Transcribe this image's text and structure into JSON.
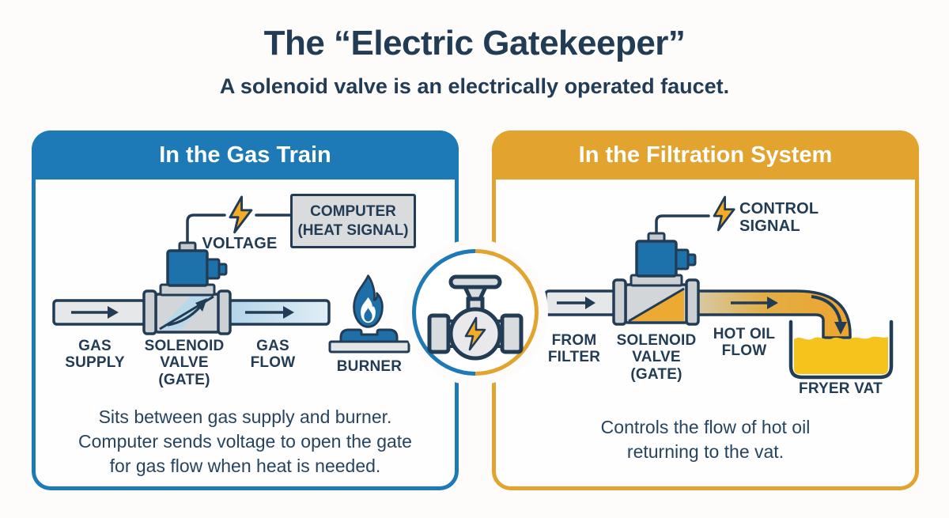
{
  "title": "The “Electric Gatekeeper”",
  "subtitle": "A solenoid valve is an electrically operated faucet.",
  "colors": {
    "panel_blue": "#1d7ab7",
    "panel_gold": "#e2a42e",
    "navy_outline": "#223c55",
    "coil_blue": "#1e72ab",
    "gas_pipe_blue": "#bcd9e9",
    "pipe_gray": "#e5e7e8",
    "oil_gold": "#f6c21c",
    "bolt_gold": "#f3ac25"
  },
  "left_panel": {
    "header": "In the Gas Train",
    "computer_box": {
      "line1": "COMPUTER",
      "line2": "(HEAT SIGNAL)"
    },
    "voltage_label": "VOLTAGE",
    "labels": {
      "supply": [
        "GAS",
        "SUPPLY"
      ],
      "valve": [
        "SOLENOID",
        "VALVE",
        "(GATE)"
      ],
      "flow": [
        "GAS",
        "FLOW"
      ],
      "burner": "BURNER"
    },
    "caption_lines": [
      "Sits between gas supply and burner.",
      "Computer sends voltage to open the gate",
      "for gas flow when heat is needed."
    ]
  },
  "right_panel": {
    "header": "In the Filtration System",
    "signal_label": {
      "line1": "CONTROL",
      "line2": "SIGNAL"
    },
    "labels": {
      "from_filter": [
        "FROM",
        "FILTER"
      ],
      "valve": [
        "SOLENOID",
        "VALVE",
        "(GATE)"
      ],
      "hot_oil": [
        "HOT OIL",
        "FLOW"
      ],
      "fryer_vat": "FRYER VAT"
    },
    "caption_lines": [
      "Controls the flow of hot oil",
      "returning to the vat."
    ]
  }
}
